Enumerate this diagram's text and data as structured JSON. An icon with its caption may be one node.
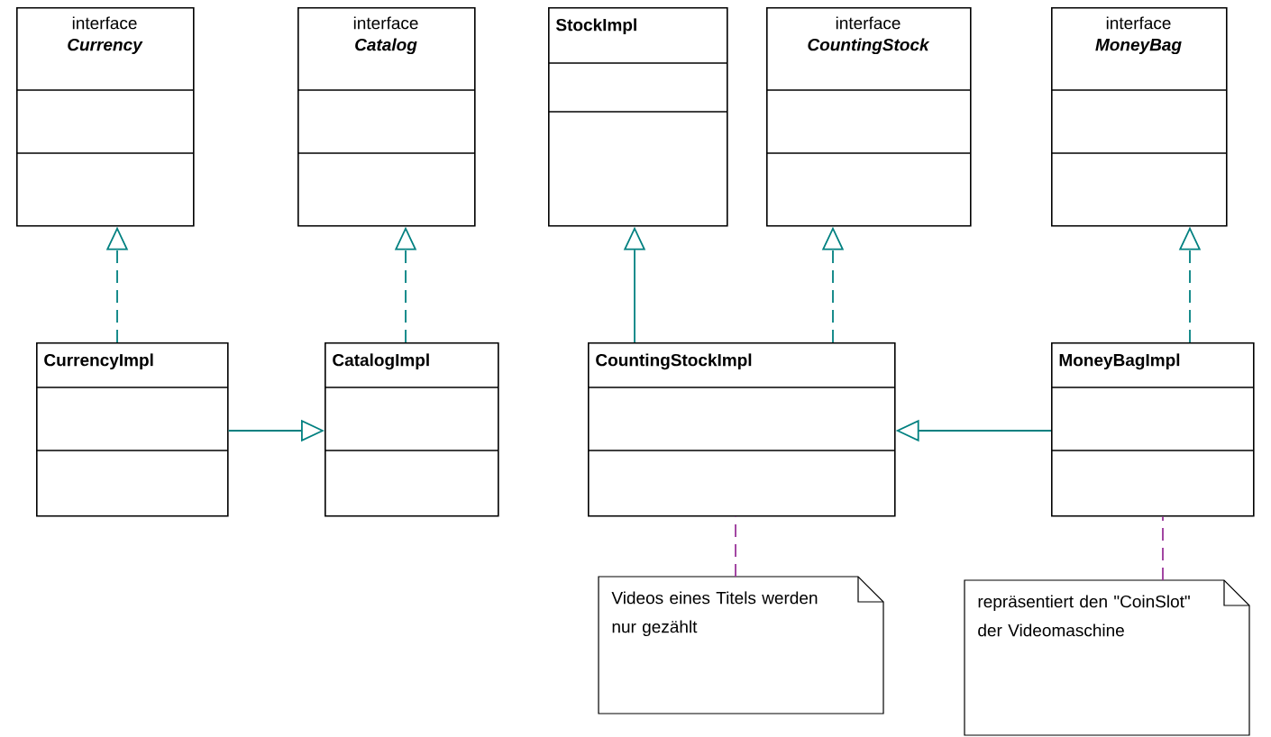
{
  "diagram": {
    "nodes": [
      {
        "text": [
          "interface",
          "Currency"
        ]
      },
      {
        "text": [
          "interface",
          "Catalog"
        ]
      },
      {
        "text": [
          "StockImpl"
        ]
      },
      {
        "text": [
          "interface",
          "CountingStock"
        ]
      },
      {
        "text": [
          "interface",
          "MoneyBag"
        ]
      },
      {
        "text": [
          "CurrencyImpl"
        ]
      },
      {
        "text": [
          "CatalogImpl"
        ]
      },
      {
        "text": [
          "CountingStockImpl"
        ]
      },
      {
        "text": [
          "MoneyBagImpl"
        ]
      },
      {
        "text": [
          "Videos eines Titels werden nur gezählt"
        ]
      },
      {
        "text": [
          "repräsentiert den \"CoinSlot\" der Videomaschine"
        ]
      }
    ],
    "edges": [
      {
        "from": 5,
        "to": 0,
        "arrow": "to",
        "style": "dashed"
      },
      {
        "from": 6,
        "to": 1,
        "arrow": "to",
        "style": "dashed"
      },
      {
        "from": 7,
        "to": 2,
        "arrow": "to"
      },
      {
        "from": 7,
        "to": 3,
        "arrow": "to",
        "style": "dashed"
      },
      {
        "from": 8,
        "to": 4,
        "arrow": "to",
        "style": "dashed"
      },
      {
        "from": 5,
        "to": 6,
        "arrow": "to"
      },
      {
        "from": 8,
        "to": 7,
        "arrow": "to"
      },
      {
        "from": 9,
        "to": 7,
        "arrow": "none",
        "style": "dashed",
        "color": "#993399"
      },
      {
        "from": 10,
        "to": 8,
        "arrow": "none",
        "style": "dashed",
        "color": "#993399"
      }
    ]
  }
}
